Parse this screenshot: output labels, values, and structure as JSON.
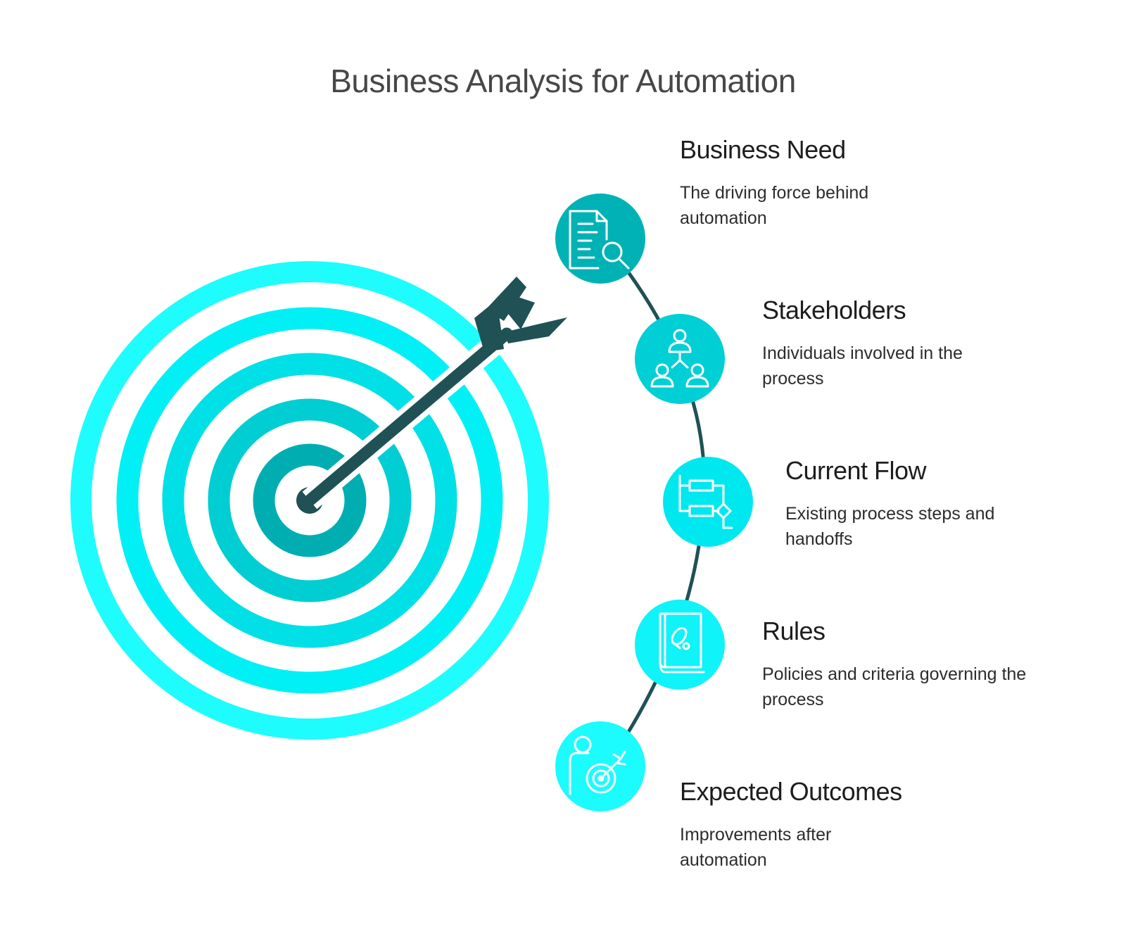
{
  "title": "Business Analysis for Automation",
  "colors": {
    "ring_outer": "#1efcfe",
    "ring_mid": "#00e9f0",
    "ring_inner": "#00cfd4",
    "ring_core": "#00a9ad",
    "dark": "#1f5155",
    "icon_stroke": "#ffffff"
  },
  "items": [
    {
      "title": "Business Need",
      "description": "The driving force behind automation",
      "icon": "document-search-icon",
      "color": "#00b2b5"
    },
    {
      "title": "Stakeholders",
      "description": "Individuals involved in the process",
      "icon": "org-people-icon",
      "color": "#00cfd5"
    },
    {
      "title": "Current Flow",
      "description": "Existing process steps and handoffs",
      "icon": "flowchart-icon",
      "color": "#00e8ef"
    },
    {
      "title": "Rules",
      "description": "Policies and criteria governing the process",
      "icon": "rule-book-icon",
      "color": "#10f3f8"
    },
    {
      "title": "Expected Outcomes",
      "description": "Improvements after automation",
      "icon": "person-target-icon",
      "color": "#1cfbfe"
    }
  ]
}
